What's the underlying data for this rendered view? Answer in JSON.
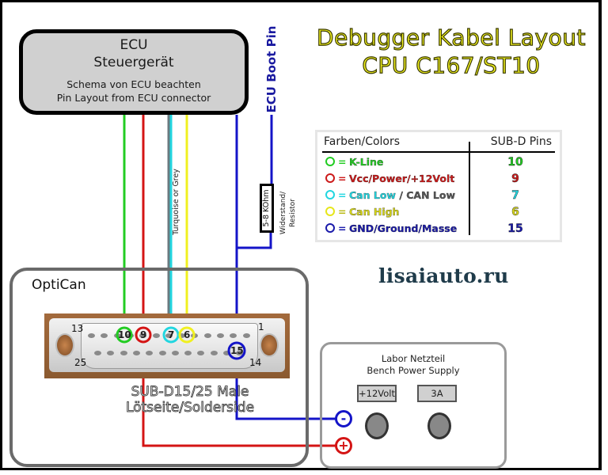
{
  "title": {
    "line1": "Debugger Kabel Layout",
    "line2": "CPU C167/ST10"
  },
  "ecu": {
    "title": "ECU",
    "subtitle": "Steuergerät",
    "note_line1": "Schema von ECU beachten",
    "note_line2": "Pin Layout from ECU connector"
  },
  "boot_pin_label": "ECU Boot Pin",
  "resistor": {
    "value": "5-8 KOhm",
    "label": "Widerstand/ Resistor"
  },
  "turquoise_note": "Turquoise or Grey",
  "legend": {
    "header_colors": "Farben/Colors",
    "header_pins": "SUB-D Pins",
    "rows": [
      {
        "label": "K-Line",
        "pin": "10",
        "color": "#22cc22"
      },
      {
        "label": "Vcc/Power/+12Volt",
        "pin": "9",
        "color": "#cc1a1a"
      },
      {
        "label": "Can Low",
        "label_extra": " / CAN Low",
        "pin": "7",
        "color": "#22d6e0",
        "extra_color": "#555555"
      },
      {
        "label": "Can High",
        "pin": "6",
        "color": "#e6e61a"
      },
      {
        "label": "GND/Ground/Masse",
        "pin": "15",
        "color": "#1a1aaa"
      }
    ],
    "equals": "="
  },
  "watermark": "lisaiauto.ru",
  "optican": {
    "label": "OptiCan",
    "connector_label_line1": "SUB-D15/25 Male",
    "connector_label_line2": "Lötseite/Solderside",
    "corner_numbers": {
      "top_left": "13",
      "top_right": "1",
      "bottom_left": "25",
      "bottom_right": "14"
    },
    "pin_tags": [
      "10",
      "9",
      "7",
      "6",
      "15"
    ]
  },
  "power_supply": {
    "title_line1": "Labor Netzteil",
    "title_line2": "Bench Power Supply",
    "voltage": "+12Volt",
    "current": "3A",
    "minus": "-",
    "plus": "+"
  },
  "wire_colors": {
    "green": "#22cc22",
    "red": "#d41414",
    "turquoise": "#22d6e0",
    "grey": "#6a7a80",
    "yellow": "#f0f020",
    "blue": "#1414c8"
  }
}
